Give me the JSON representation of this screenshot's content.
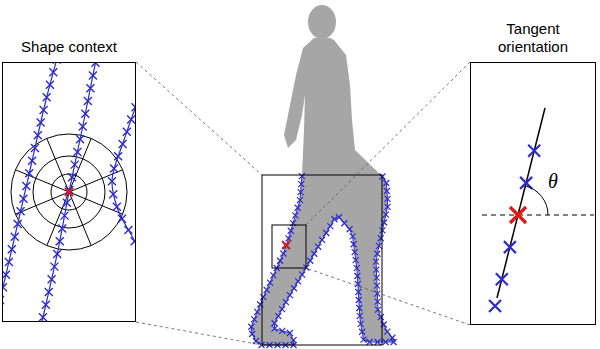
{
  "diagram": {
    "nodes": [
      {
        "text": [
          "Shape context"
        ]
      },
      {
        "text": [
          "Tangent orientation",
          "θ"
        ]
      }
    ]
  }
}
